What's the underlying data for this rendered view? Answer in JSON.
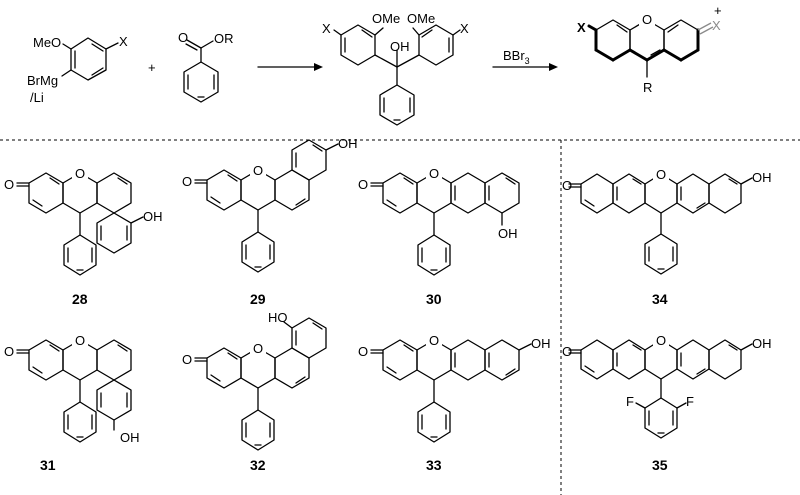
{
  "scheme": {
    "reagent1": {
      "methoxy": "MeO",
      "metal": "BrMg",
      "alt_metal": "/Li",
      "substituent": "X"
    },
    "plus_sign": "+",
    "reagent2": {
      "ester": "OR"
    },
    "intermediate": {
      "methoxy_left": "OMe",
      "methoxy_right": "OMe",
      "hydroxyl": "OH",
      "sub_left": "X",
      "sub_right": "X"
    },
    "reagent_label": "BBr",
    "reagent_subscript": "3",
    "product": {
      "sub_left": "X",
      "sub_right": "X",
      "charge": "+",
      "group": "R"
    }
  },
  "compounds": [
    {
      "id": "28",
      "hydroxyl": "OH",
      "carbonyl": "O",
      "ring_oxygen": "O"
    },
    {
      "id": "29",
      "hydroxyl": "OH",
      "carbonyl": "O",
      "ring_oxygen": "O"
    },
    {
      "id": "30",
      "hydroxyl": "OH",
      "carbonyl": "O",
      "ring_oxygen": "O"
    },
    {
      "id": "31",
      "hydroxyl": "OH",
      "carbonyl": "O",
      "ring_oxygen": "O"
    },
    {
      "id": "32",
      "hydroxyl": "HO",
      "carbonyl": "O",
      "ring_oxygen": "O"
    },
    {
      "id": "33",
      "hydroxyl": "OH",
      "carbonyl": "O",
      "ring_oxygen": "O"
    },
    {
      "id": "34",
      "hydroxyl": "OH",
      "carbonyl": "O",
      "ring_oxygen": "O"
    },
    {
      "id": "35",
      "hydroxyl": "OH",
      "carbonyl": "O",
      "ring_oxygen": "O",
      "fluoro_left": "F",
      "fluoro_right": "F"
    }
  ]
}
